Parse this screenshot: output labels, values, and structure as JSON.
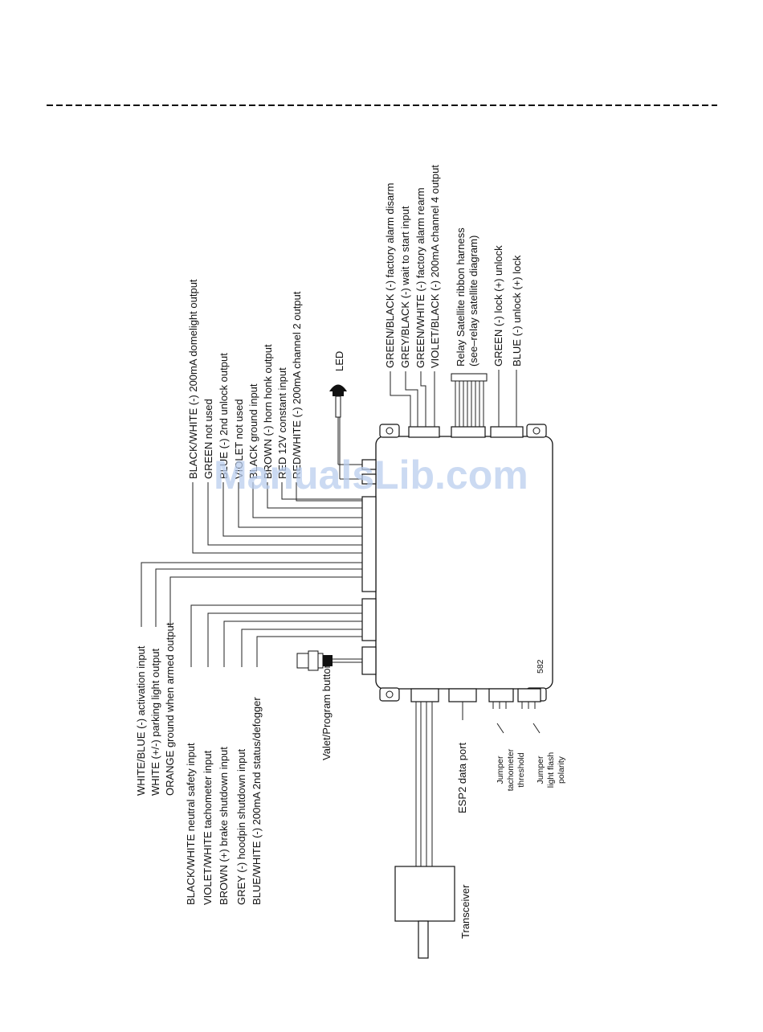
{
  "watermark": "ManualsLib.com",
  "module_code": "582",
  "top_wires": [
    "BLACK/WHITE (-) 200mA domelight output",
    "GREEN not used",
    "BLUE (-) 2nd unlock output",
    "VIOLET not used",
    "BLACK ground input",
    "BROWN  (-) horn honk output",
    "RED 12V constant input",
    "RED/WHITE (-) 200mA channel 2 output"
  ],
  "led_label": "LED",
  "right_top_wires": [
    "GREEN/BLACK (-) factory alarm disarm",
    "GREY/BLACK (-) wait to start input",
    "GREEN/WHITE (-) factory alarm rearm",
    "VIOLET/BLACK (-) 200mA channel 4 output"
  ],
  "relay_harness": [
    "Relay Satellite ribbon harness",
    "(see–relay satellite diagram)"
  ],
  "lock_wires": [
    "GREEN (-) lock (+) unlock",
    "BLUE (-) unlock (+) lock"
  ],
  "left_group_a": [
    "WHITE/BLUE (-) activation input",
    "WHITE (+/-) parking light output",
    "ORANGE ground when armed output"
  ],
  "left_group_b": [
    "BLACK/WHITE neutral safety input",
    "VIOLET/WHITE tachometer input",
    "BROWN (+) brake shutdown input",
    "GREY (-) hoodpin shutdown input",
    "BLUE/WHITE (-) 200mA 2nd status/defogger"
  ],
  "valet_label": "Valet/Program button",
  "esp2_label": "ESP2 data port",
  "jumper_tach": [
    "Jumper",
    "tachometer",
    "threshold"
  ],
  "jumper_light": [
    "Jumper",
    "light flash",
    "polarity"
  ],
  "transceiver_label": "Transceiver"
}
